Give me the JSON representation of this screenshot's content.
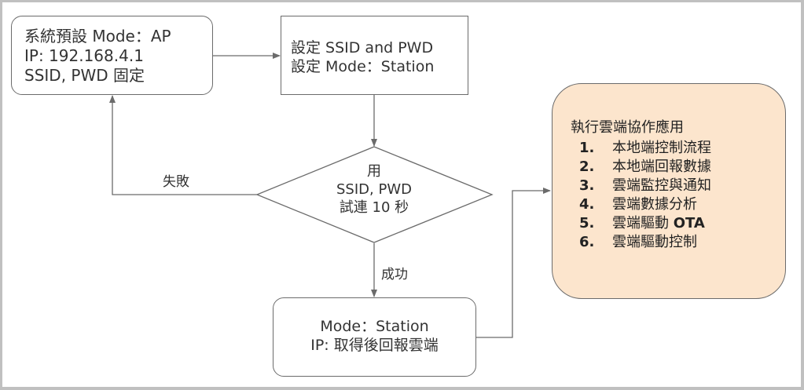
{
  "diagram": {
    "nodes": {
      "default_mode": {
        "lines": [
          "系統預設 Mode：AP",
          "IP: 192.168.4.1",
          "SSID, PWD 固定"
        ]
      },
      "set_config": {
        "lines": [
          "設定 SSID and PWD",
          "設定 Mode：Station"
        ]
      },
      "try_connect": {
        "lines": [
          "用",
          "SSID, PWD",
          "試連 10 秒"
        ]
      },
      "station_mode": {
        "lines": [
          "Mode：Station",
          "IP: 取得後回報雲端"
        ]
      },
      "cloud_apps": {
        "title": "執行雲端協作應用",
        "items": [
          {
            "num": "1.",
            "text": "本地端控制流程",
            "suffix": ""
          },
          {
            "num": "2.",
            "text": "本地端回報數據",
            "suffix": ""
          },
          {
            "num": "3.",
            "text": "雲端監控與通知",
            "suffix": ""
          },
          {
            "num": "4.",
            "text": "雲端數據分析",
            "suffix": ""
          },
          {
            "num": "5.",
            "text": "雲端驅動 ",
            "suffix": "OTA"
          },
          {
            "num": "6.",
            "text": "雲端驅動控制",
            "suffix": ""
          }
        ]
      }
    },
    "edge_labels": {
      "fail": "失敗",
      "success": "成功"
    },
    "colors": {
      "app_box_fill": "#fce5cd",
      "stroke": "#6b6b6b",
      "frame": "#c0c0c0"
    }
  }
}
